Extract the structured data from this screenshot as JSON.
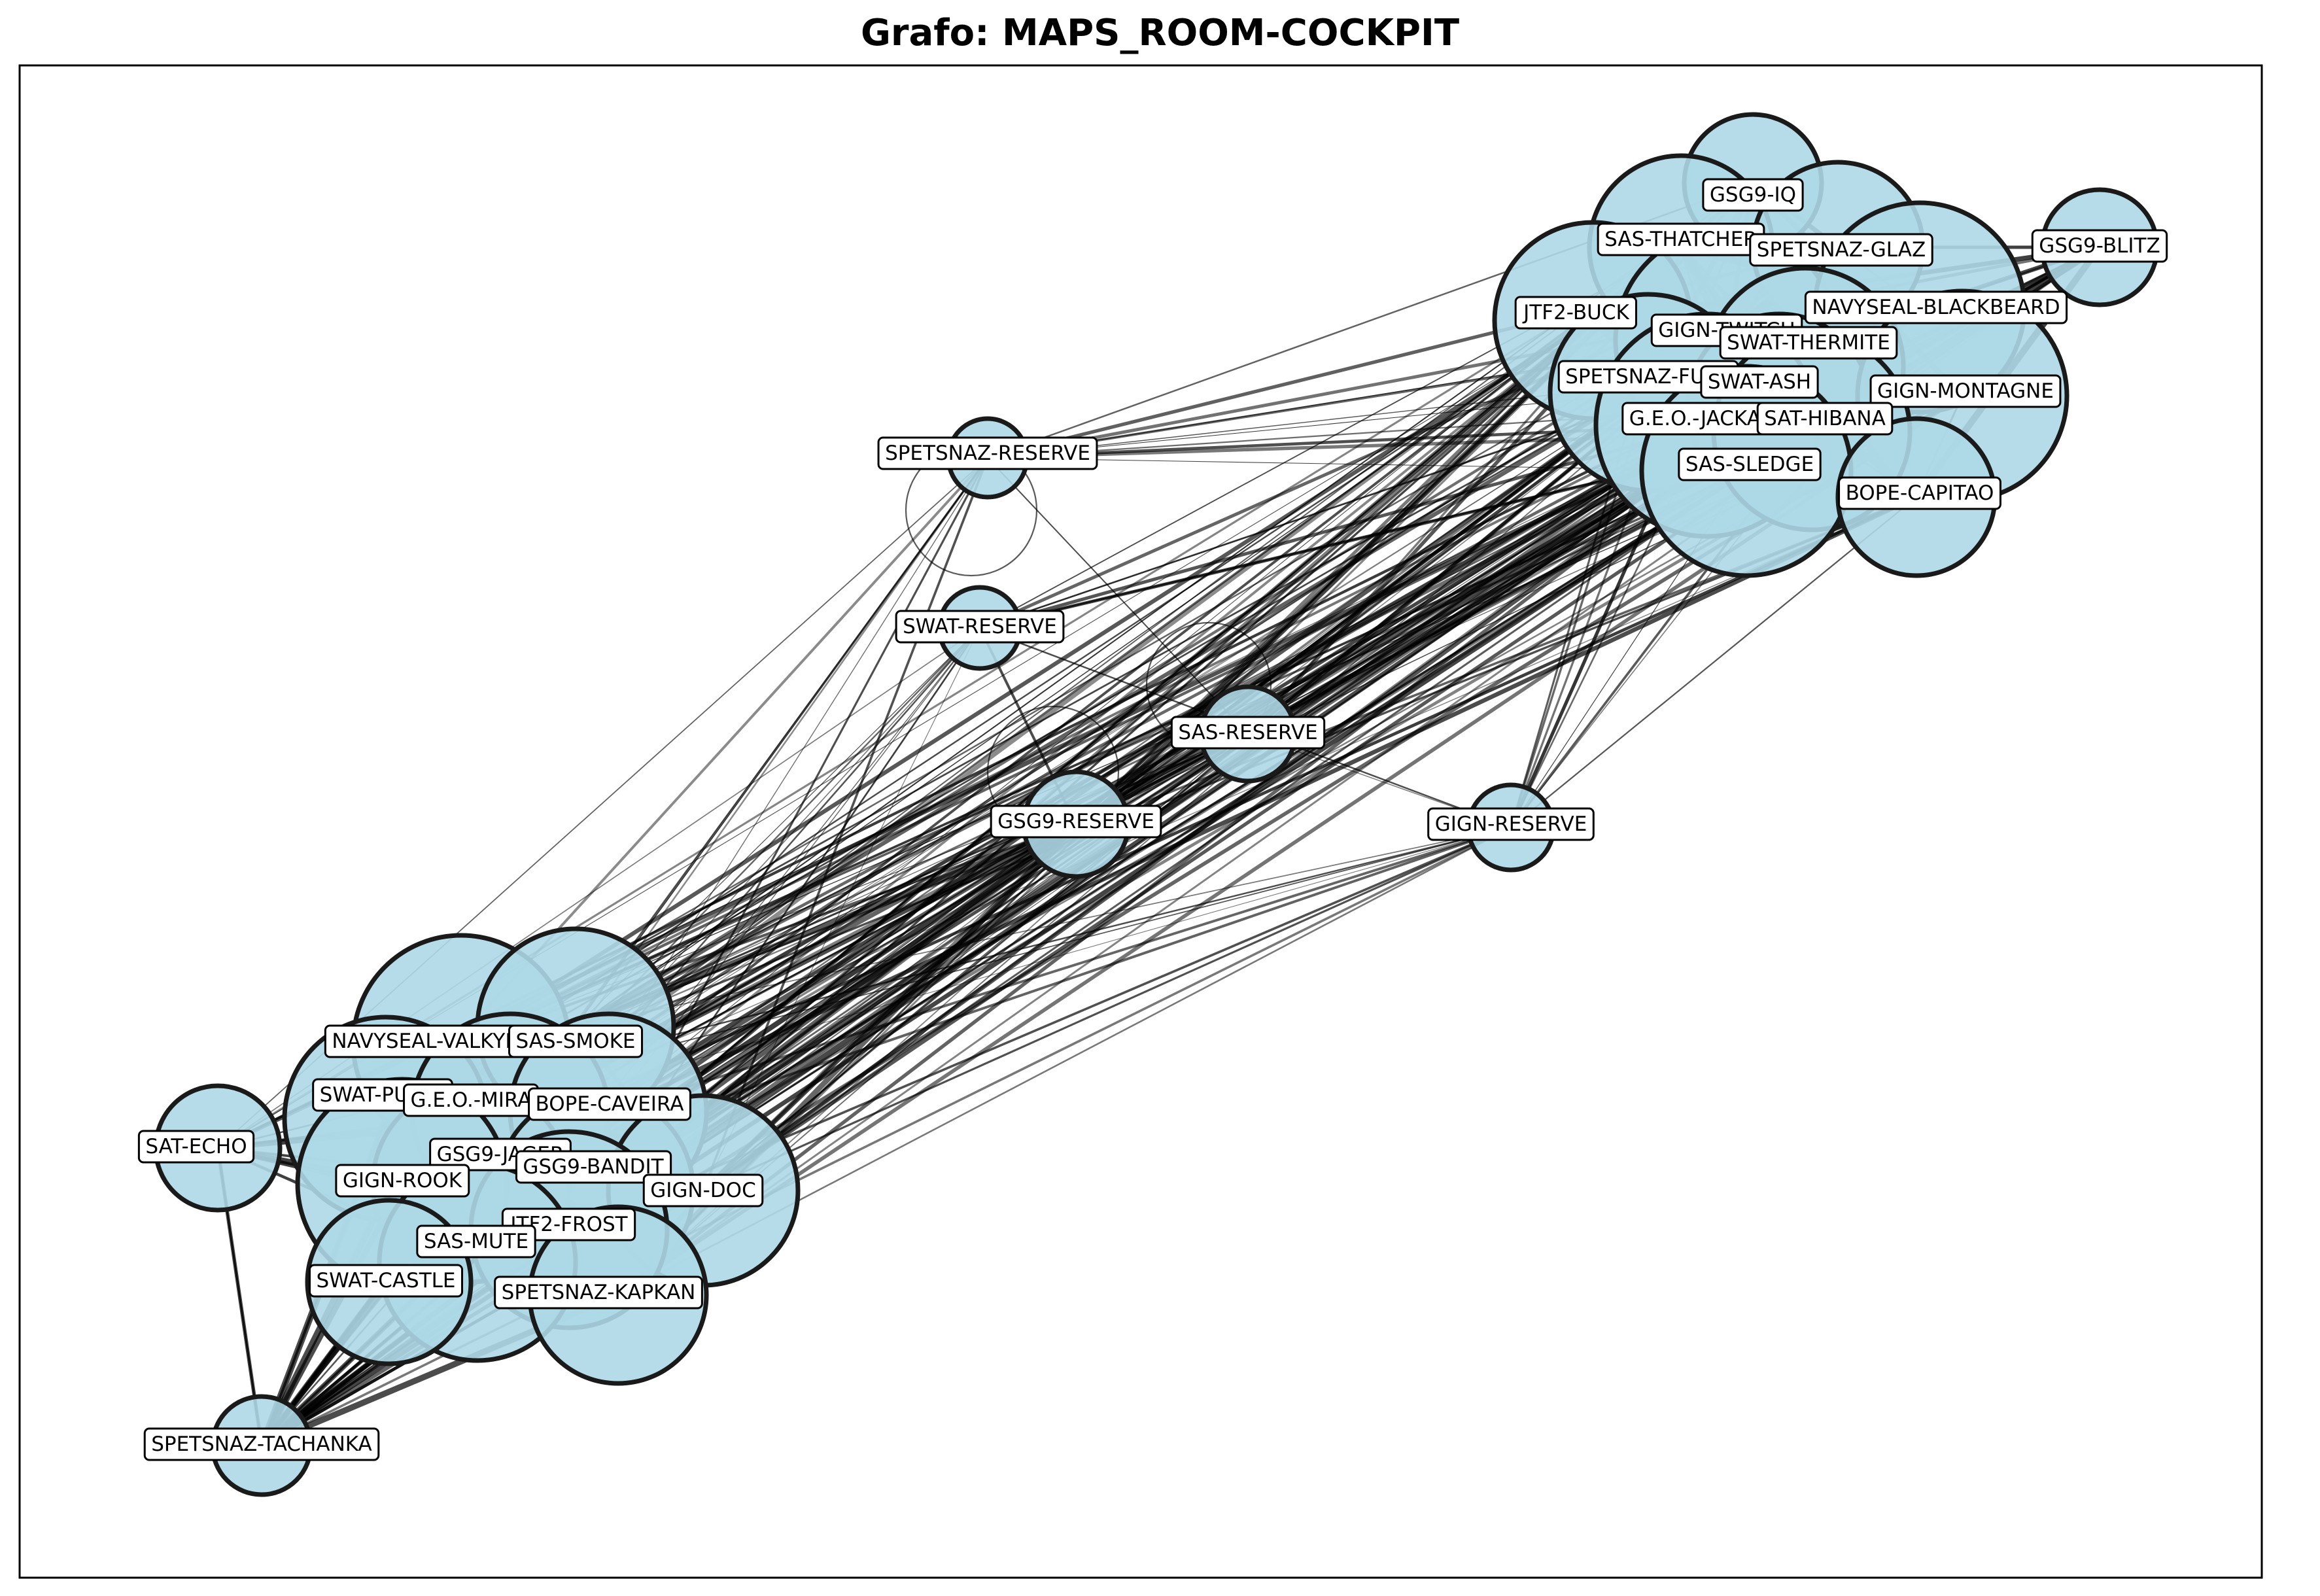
{
  "title": "Grafo: MAPS_ROOM-COCKPIT",
  "style": {
    "node_fill": "#add8e6",
    "node_stroke": "#1a1a1a",
    "edge_color": "#000000",
    "label_bg": "#ffffff",
    "label_border": "#000000"
  },
  "nodes": [
    {
      "id": "GSG9-IQ",
      "label": "GSG9-IQ"
    },
    {
      "id": "SAS-THATCHER",
      "label": "SAS-THATCHER"
    },
    {
      "id": "SPETSNAZ-GLAZ",
      "label": "SPETSNAZ-GLAZ"
    },
    {
      "id": "GSG9-BLITZ",
      "label": "GSG9-BLITZ"
    },
    {
      "id": "JTF2-BUCK",
      "label": "JTF2-BUCK"
    },
    {
      "id": "GIGN-TWITCH",
      "label": "GIGN-TWITCH"
    },
    {
      "id": "NAVYSEAL-BLACKBEARD",
      "label": "NAVYSEAL-BLACKBEARD"
    },
    {
      "id": "SWAT-THERMITE",
      "label": "SWAT-THERMITE"
    },
    {
      "id": "SPETSNAZ-FUZE",
      "label": "SPETSNAZ-FUZE"
    },
    {
      "id": "SWAT-ASH",
      "label": "SWAT-ASH"
    },
    {
      "id": "GIGN-MONTAGNE",
      "label": "GIGN-MONTAGNE"
    },
    {
      "id": "G.E.O.-JACKAL",
      "label": "G.E.O.-JACKAL"
    },
    {
      "id": "SAT-HIBANA",
      "label": "SAT-HIBANA"
    },
    {
      "id": "SAS-SLEDGE",
      "label": "SAS-SLEDGE"
    },
    {
      "id": "BOPE-CAPITAO",
      "label": "BOPE-CAPITAO"
    },
    {
      "id": "SPETSNAZ-RESERVE",
      "label": "SPETSNAZ-RESERVE"
    },
    {
      "id": "SWAT-RESERVE",
      "label": "SWAT-RESERVE"
    },
    {
      "id": "SAS-RESERVE",
      "label": "SAS-RESERVE"
    },
    {
      "id": "GSG9-RESERVE",
      "label": "GSG9-RESERVE"
    },
    {
      "id": "GIGN-RESERVE",
      "label": "GIGN-RESERVE"
    },
    {
      "id": "NAVYSEAL-VALKYRIE",
      "label": "NAVYSEAL-VALKYRIE"
    },
    {
      "id": "SAS-SMOKE",
      "label": "SAS-SMOKE"
    },
    {
      "id": "SWAT-PULSE",
      "label": "SWAT-PULSE"
    },
    {
      "id": "G.E.O.-MIRA",
      "label": "G.E.O.-MIRA"
    },
    {
      "id": "BOPE-CAVEIRA",
      "label": "BOPE-CAVEIRA"
    },
    {
      "id": "SAT-ECHO",
      "label": "SAT-ECHO"
    },
    {
      "id": "GSG9-JAGER",
      "label": "GSG9-JAGER"
    },
    {
      "id": "GSG9-BANDIT",
      "label": "GSG9-BANDIT"
    },
    {
      "id": "GIGN-ROOK",
      "label": "GIGN-ROOK"
    },
    {
      "id": "GIGN-DOC",
      "label": "GIGN-DOC"
    },
    {
      "id": "JTF2-FROST",
      "label": "JTF2-FROST"
    },
    {
      "id": "SAS-MUTE",
      "label": "SAS-MUTE"
    },
    {
      "id": "SWAT-CASTLE",
      "label": "SWAT-CASTLE"
    },
    {
      "id": "SPETSNAZ-KAPKAN",
      "label": "SPETSNAZ-KAPKAN"
    },
    {
      "id": "SPETSNAZ-TACHANKA",
      "label": "SPETSNAZ-TACHANKA"
    }
  ]
}
